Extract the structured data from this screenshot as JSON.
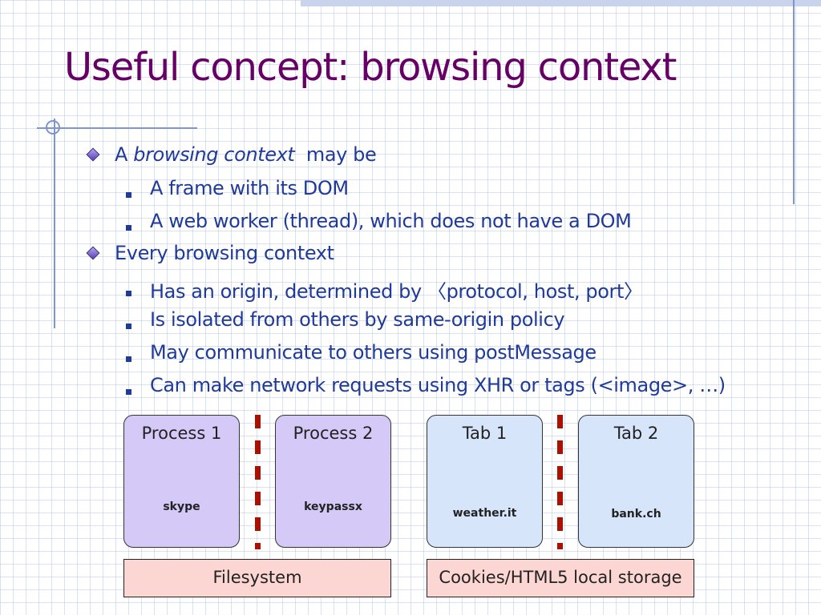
{
  "slide": {
    "title": "Useful concept: browsing context",
    "bullet1": {
      "prefix": "A ",
      "emphasis": "browsing context",
      "suffix": "  may be",
      "subitems": [
        "A frame with its DOM",
        "A web worker (thread), which does not have a DOM"
      ]
    },
    "bullet2": {
      "text": "Every browsing context",
      "subitems": [
        "Has an origin, determined by 〈protocol, host, port〉",
        "Is isolated from others by same-origin policy",
        "May communicate to others using postMessage",
        "Can make network requests using XHR or tags (<image>, …)"
      ]
    }
  },
  "diagram": {
    "process1": {
      "title": "Process 1",
      "label": "skype"
    },
    "process2": {
      "title": "Process 2",
      "label": "keypassx"
    },
    "tab1": {
      "title": "Tab 1",
      "label": "weather.it"
    },
    "tab2": {
      "title": "Tab 2",
      "label": "bank.ch"
    },
    "filesystem": "Filesystem",
    "storage": "Cookies/HTML5 local storage"
  },
  "colors": {
    "title": "#660066",
    "text": "#1f3a99",
    "process_fill": "#d5c9f7",
    "tab_fill": "#d7e5fb",
    "storage_fill": "#fcd6d3",
    "separator": "#aa1100"
  }
}
